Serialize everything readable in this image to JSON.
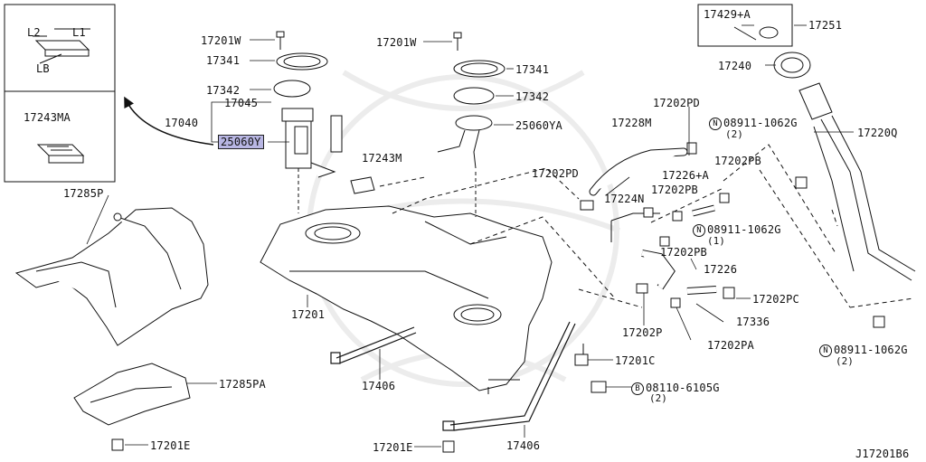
{
  "diagram": {
    "code": "J17201B6",
    "inset_dims": {
      "l2": "L2",
      "l1": "L1",
      "lb": "LB"
    },
    "labels": {
      "p17243MA": "17243MA",
      "p17285P": "17285P",
      "p17285PA": "17285PA",
      "p17201E_a": "17201E",
      "p17201E_b": "17201E",
      "p17201W_a": "17201W",
      "p17201W_b": "17201W",
      "p17341_a": "17341",
      "p17341_b": "17341",
      "p17342_a": "17342",
      "p17342_b": "17342",
      "p17045": "17045",
      "p17040": "17040",
      "p25060Y": "25060Y",
      "p25060YA": "25060YA",
      "p17243M": "17243M",
      "p17201": "17201",
      "p17406_a": "17406",
      "p17406_b": "17406",
      "p17201C": "17201C",
      "p08110": "08110-6105G",
      "p08110_qty": "(2)",
      "p17228M": "17228M",
      "p17202PD_a": "17202PD",
      "p17202PD_b": "17202PD",
      "p17224N": "17224N",
      "p17202PB_a": "17202PB",
      "p17202PB_b": "17202PB",
      "p17202PB_c": "17202PB",
      "p17226A": "17226+A",
      "p17226": "17226",
      "p17202P": "17202P",
      "p17202PA": "17202PA",
      "p17202PC": "17202PC",
      "p17336": "17336",
      "p08911_a": "08911-1062G",
      "p08911_a_qty": "(2)",
      "p08911_b": "08911-1062G",
      "p08911_b_qty": "(1)",
      "p08911_c": "08911-1062G",
      "p08911_c_qty": "(2)",
      "p17429A": "17429+A",
      "p17251": "17251",
      "p17240": "17240",
      "p17220Q": "17220Q"
    },
    "circle_n": "N",
    "circle_b": "B"
  }
}
